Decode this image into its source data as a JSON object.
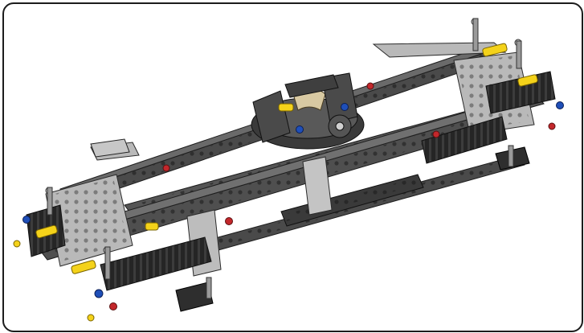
{
  "illustration": {
    "kind": "lego-technic-chassis-build-step",
    "palette": {
      "frame_border": "#1c1c1c",
      "background": "#ffffff",
      "dark_gray": "#4a4a4a",
      "dark_gray_shade": "#2e2e2e",
      "light_gray": "#b9b9b9",
      "light_gray_shade": "#8d8d8d",
      "black": "#222222",
      "yellow": "#f4d21a",
      "blue": "#1f4fb8",
      "red": "#c3272b",
      "tan": "#d8c9a2"
    },
    "parts": {
      "beams_long": 8,
      "tire_tread_pieces": 4,
      "yellow_axle_joiners": 6,
      "turntable": 1
    }
  }
}
